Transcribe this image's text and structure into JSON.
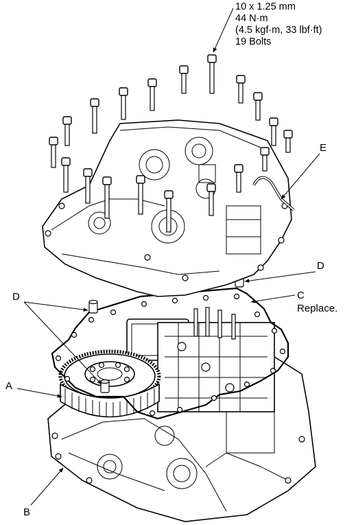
{
  "spec": {
    "line1": "10 x 1.25 mm",
    "line2": "44 N·m",
    "line3": "(4.5 kgf·m, 33 lbf·ft)",
    "line4": "19 Bolts"
  },
  "callouts": {
    "e": "E",
    "d_right": "D",
    "c": "C",
    "c_note": "Replace.",
    "d_left": "D",
    "a": "A",
    "b": "B"
  }
}
